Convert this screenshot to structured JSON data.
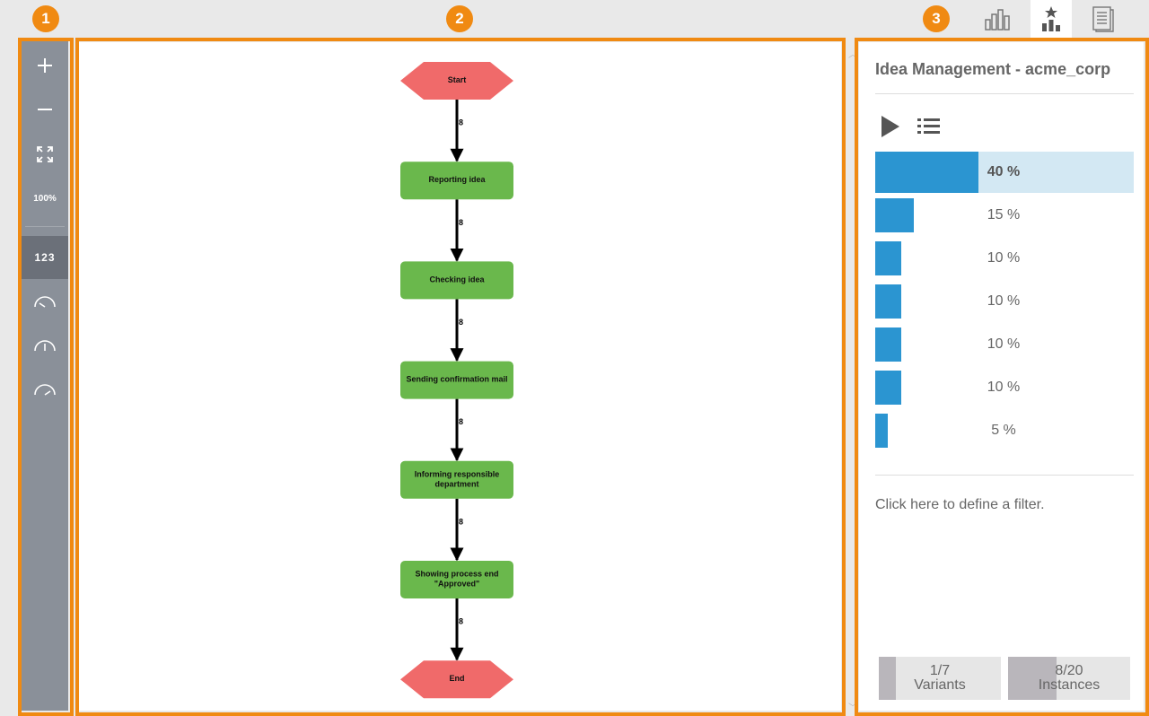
{
  "callouts": [
    "1",
    "2",
    "3"
  ],
  "top_tabs": [
    {
      "icon": "bar-chart-icon",
      "active": false
    },
    {
      "icon": "star-bar-chart-icon",
      "active": true
    },
    {
      "icon": "document-icon",
      "active": false
    }
  ],
  "toolbar": {
    "zoom_level": "100%",
    "numbers_label": "123",
    "icons": [
      "plus-icon",
      "minus-icon",
      "fit-screen-icon",
      "speedometer-low-icon",
      "speedometer-mid-icon",
      "speedometer-high-icon"
    ]
  },
  "process": {
    "nodes": [
      {
        "id": "start",
        "label": "Start",
        "type": "event"
      },
      {
        "id": "reporting",
        "label": "Reporting idea",
        "type": "activity"
      },
      {
        "id": "checking",
        "label": "Checking idea",
        "type": "activity"
      },
      {
        "id": "sending",
        "label": "Sending confirmation mail",
        "type": "activity"
      },
      {
        "id": "informing",
        "label": "Informing responsible department",
        "type": "activity"
      },
      {
        "id": "showing",
        "label": "Showing process end \"Approved\"",
        "type": "activity"
      },
      {
        "id": "end",
        "label": "End",
        "type": "event"
      }
    ],
    "edge_labels": [
      "8",
      "8",
      "8",
      "8",
      "8",
      "8"
    ],
    "colors": {
      "event": "#f06a6a",
      "activity": "#6ab84c"
    }
  },
  "panel": {
    "title": "Idea Management - acme_corp",
    "icons": [
      "play-icon",
      "list-icon"
    ],
    "variants": [
      {
        "percent": 40,
        "label": "40 %",
        "selected": true
      },
      {
        "percent": 15,
        "label": "15 %",
        "selected": false
      },
      {
        "percent": 10,
        "label": "10 %",
        "selected": false
      },
      {
        "percent": 10,
        "label": "10 %",
        "selected": false
      },
      {
        "percent": 10,
        "label": "10 %",
        "selected": false
      },
      {
        "percent": 10,
        "label": "10 %",
        "selected": false
      },
      {
        "percent": 5,
        "label": "5 %",
        "selected": false
      }
    ],
    "filter_text": "Click here to define a filter.",
    "counters": [
      {
        "value": "1/7",
        "label": "Variants",
        "fraction": 0.142857
      },
      {
        "value": "8/20",
        "label": "Instances",
        "fraction": 0.4
      }
    ]
  },
  "colors": {
    "accent": "#f08a12",
    "bar": "#2b95d1",
    "selected_row": "#d3e8f3",
    "toolbar": "#8a9099"
  }
}
